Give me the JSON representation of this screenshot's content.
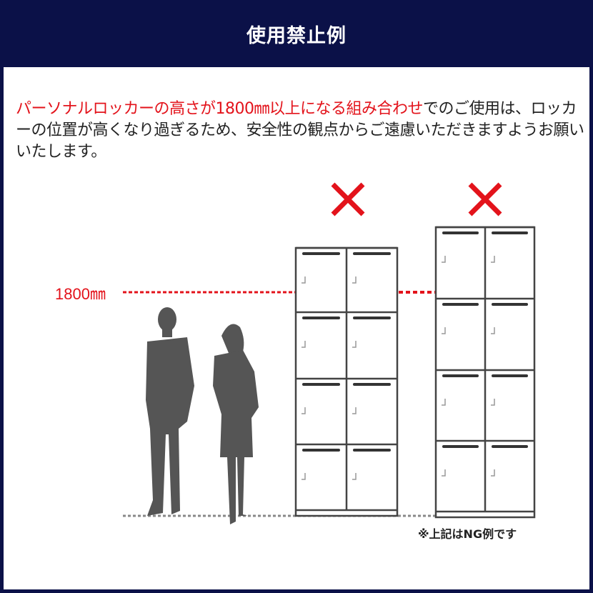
{
  "header": {
    "title": "使用禁止例"
  },
  "description": {
    "highlight": "パーソナルロッカーの高さが1800㎜以上になる組み合わせ",
    "rest": "でのご使用は、ロッカーの位置が高くなり過ぎるため、安全性の観点からご遠慮いただきますようお願いいたします。"
  },
  "diagram": {
    "height_label": "1800㎜",
    "note": "※上記はNG例です",
    "colors": {
      "navy": "#0b1148",
      "red": "#e3131b",
      "locker": "#444444",
      "figure": "#555555"
    }
  }
}
